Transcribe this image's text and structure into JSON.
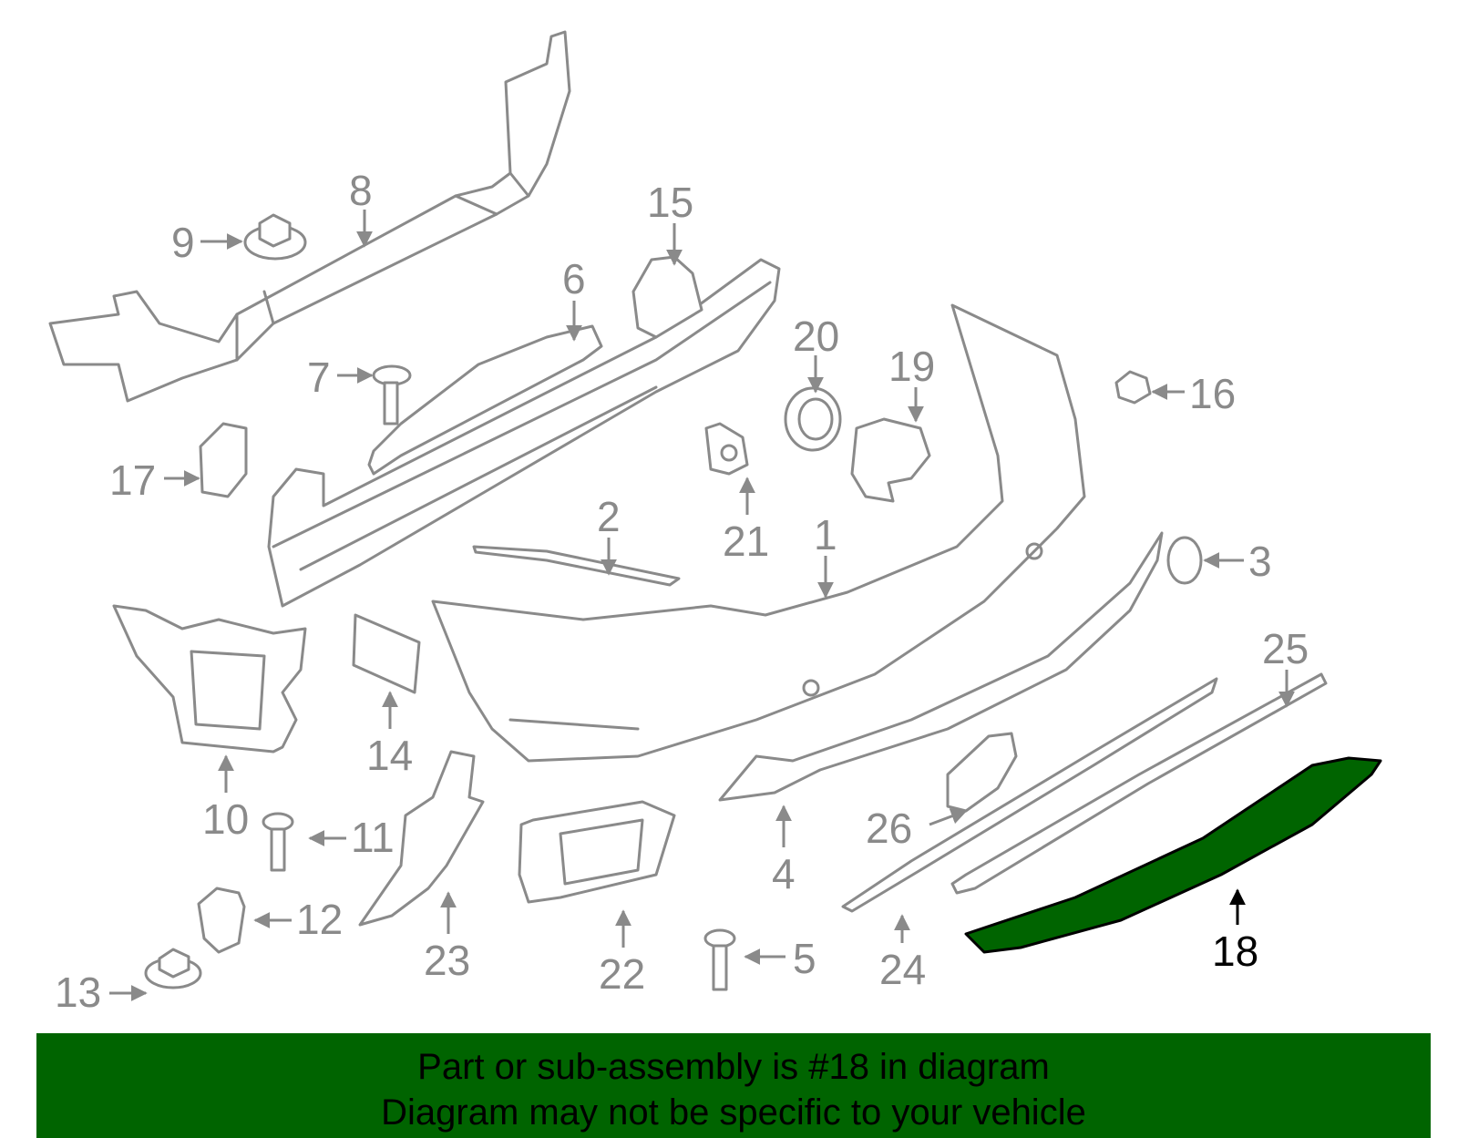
{
  "diagram": {
    "highlight_color": "#006400",
    "part_color": "#8a8a8a",
    "highlighted_part": "18",
    "callouts": {
      "c1": "1",
      "c2": "2",
      "c3": "3",
      "c4": "4",
      "c5": "5",
      "c6": "6",
      "c7": "7",
      "c8": "8",
      "c9": "9",
      "c10": "10",
      "c11": "11",
      "c12": "12",
      "c13": "13",
      "c14": "14",
      "c15": "15",
      "c16": "16",
      "c17": "17",
      "c18": "18",
      "c19": "19",
      "c20": "20",
      "c21": "21",
      "c22": "22",
      "c23": "23",
      "c24": "24",
      "c25": "25",
      "c26": "26"
    }
  },
  "banner": {
    "line1": "Part or sub-assembly is #18 in diagram",
    "line2": "Diagram may not be specific to your vehicle",
    "background": "#006400"
  }
}
